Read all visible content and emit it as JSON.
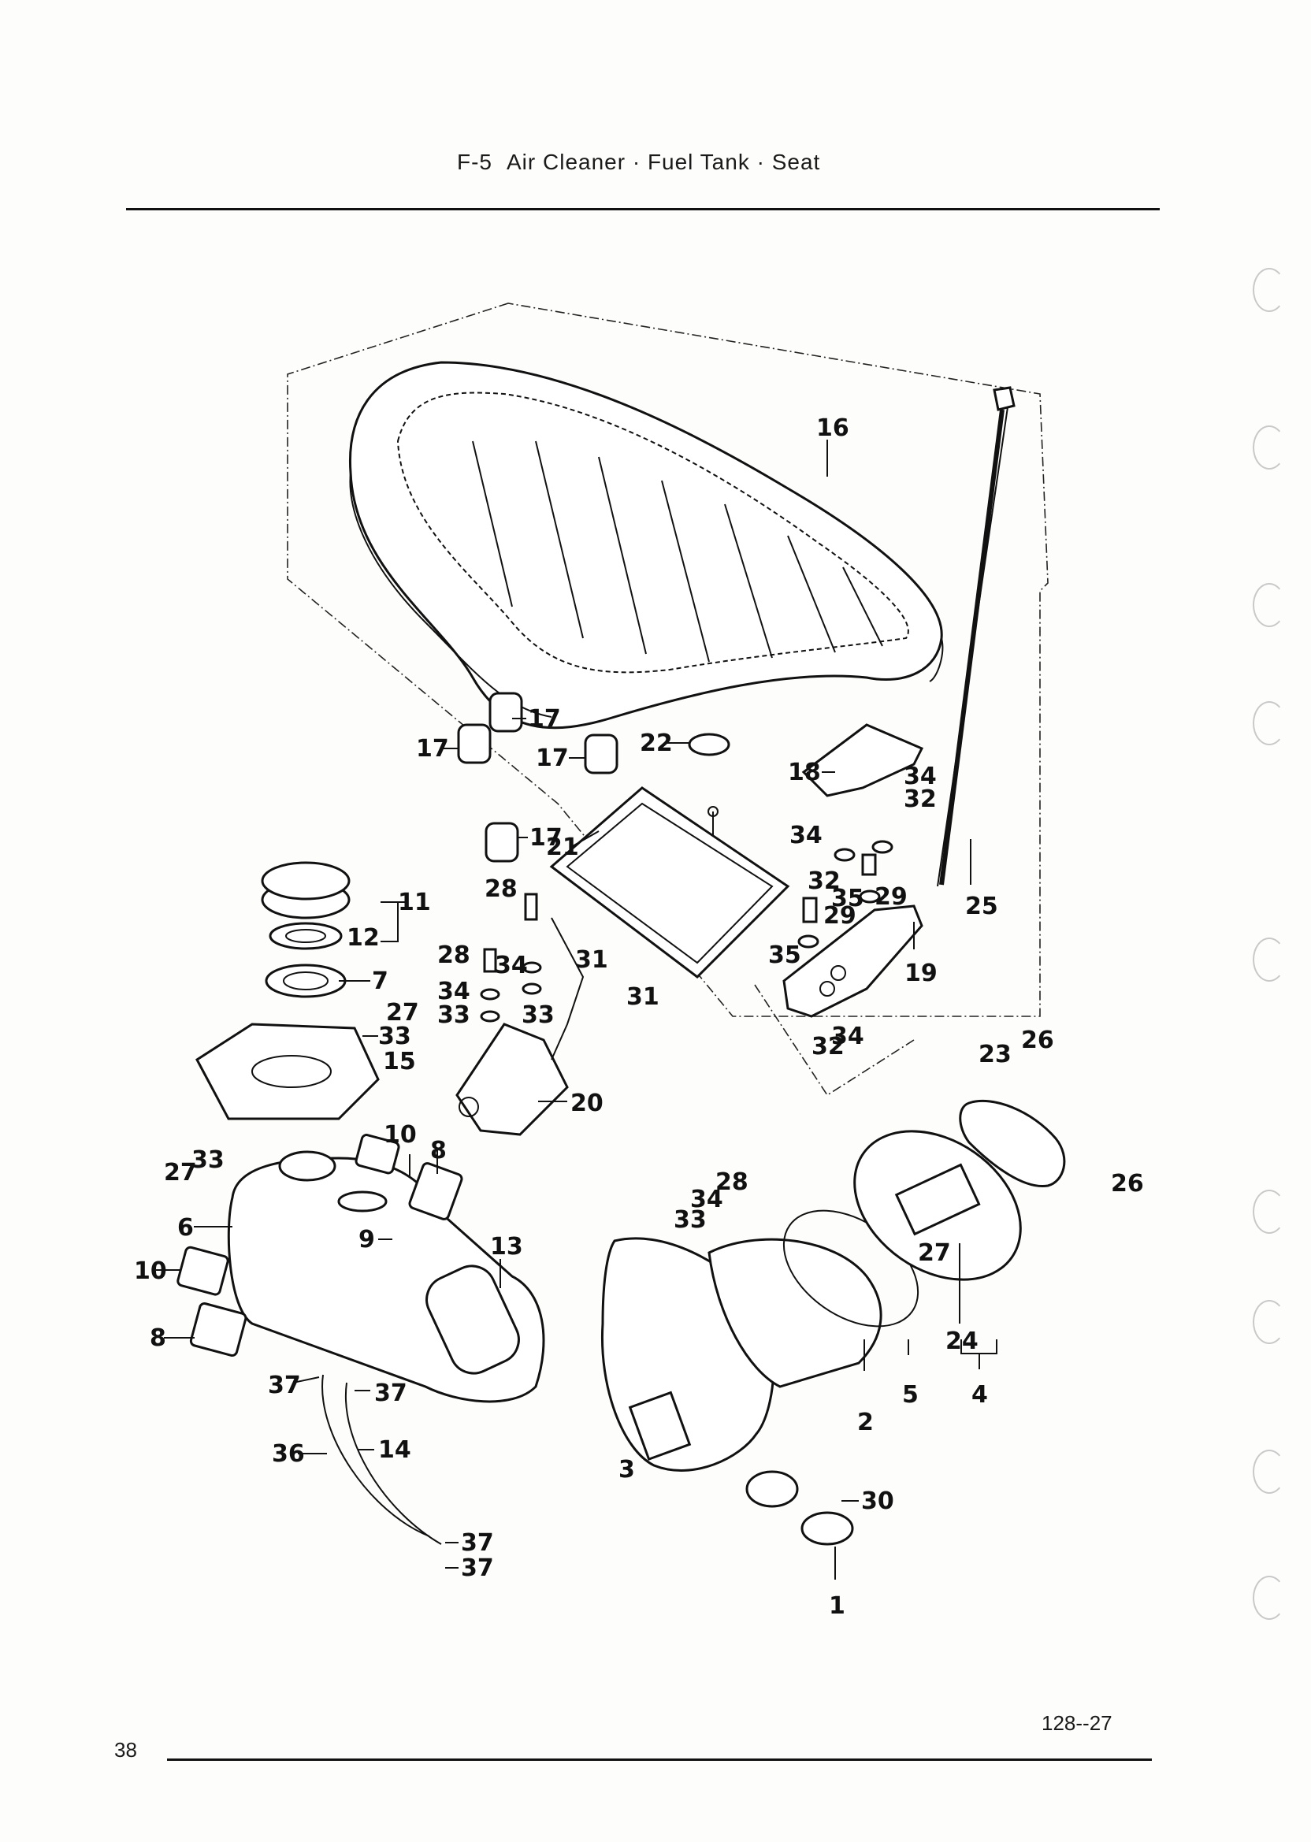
{
  "header": {
    "code": "F-5",
    "title": "Air Cleaner · Fuel Tank · Seat"
  },
  "footer": {
    "page_number": "38",
    "plate_code": "128--27"
  },
  "callouts": {
    "n1": "1",
    "n2": "2",
    "n3": "3",
    "n4": "4",
    "n5": "5",
    "n6": "6",
    "n7": "7",
    "n8a": "8",
    "n8b": "8",
    "n9": "9",
    "n10a": "10",
    "n10b": "10",
    "n11": "11",
    "n12": "12",
    "n13": "13",
    "n14": "14",
    "n15": "15",
    "n16": "16",
    "n17a": "17",
    "n17b": "17",
    "n17c": "17",
    "n17d": "17",
    "n18": "18",
    "n19": "19",
    "n20": "20",
    "n21": "21",
    "n22": "22",
    "n23": "23",
    "n24": "24",
    "n25": "25",
    "n26a": "26",
    "n26b": "26",
    "n27a": "27",
    "n27b": "27",
    "n27c": "27",
    "n28a": "28",
    "n28b": "28",
    "n28c": "28",
    "n29a": "29",
    "n29b": "29",
    "n30": "30",
    "n31a": "31",
    "n31b": "31",
    "n32a": "32",
    "n32b": "32",
    "n32c": "32",
    "n33a": "33",
    "n33b": "33",
    "n33c": "33",
    "n33d": "33",
    "n33e": "33",
    "n34a": "34",
    "n34b": "34",
    "n34c": "34",
    "n34d": "34",
    "n34e": "34",
    "n34f": "34",
    "n35a": "35",
    "n35b": "35",
    "n36": "36",
    "n37a": "37",
    "n37b": "37",
    "n37c": "37",
    "n37d": "37"
  }
}
